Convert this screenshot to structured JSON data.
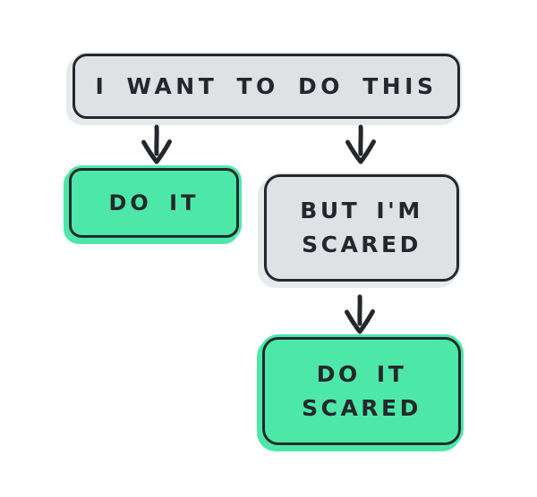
{
  "colors": {
    "background": "#ffffff",
    "box_gray": "#dee2e4",
    "box_green": "#4de8a8",
    "ink": "#24282d",
    "halo_gray": "#e5eaed"
  },
  "flowchart": {
    "type": "flowchart",
    "nodes": [
      {
        "id": "want",
        "variant": "gray",
        "lines": [
          "I WANT TO DO THIS"
        ]
      },
      {
        "id": "do-it",
        "variant": "green",
        "lines": [
          "DO IT"
        ]
      },
      {
        "id": "but-scared",
        "variant": "gray",
        "lines": [
          "BUT I'M",
          "SCARED"
        ]
      },
      {
        "id": "do-it-scared",
        "variant": "green",
        "lines": [
          "DO IT",
          "SCARED"
        ]
      }
    ],
    "edges": [
      {
        "from": "want",
        "to": "do-it",
        "icon": "arrow-down-icon"
      },
      {
        "from": "want",
        "to": "but-scared",
        "icon": "arrow-down-icon"
      },
      {
        "from": "but-scared",
        "to": "do-it-scared",
        "icon": "arrow-down-icon"
      }
    ]
  }
}
